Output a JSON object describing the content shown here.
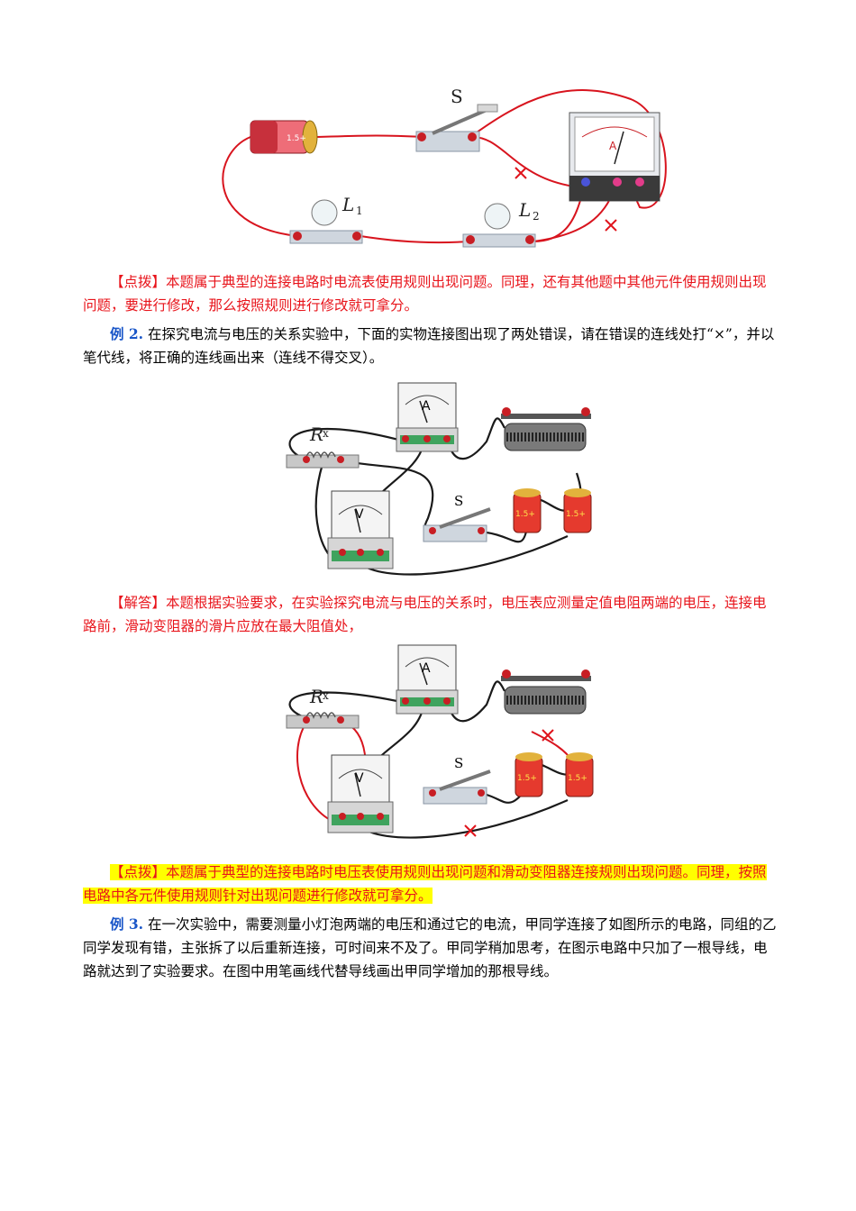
{
  "figure1": {
    "switch_label": "S",
    "lamp1_label": "L",
    "lamp1_sub": "1",
    "lamp2_label": "L",
    "lamp2_sub": "2",
    "meter_label": "A",
    "battery_text": "1.5+"
  },
  "tip1": {
    "bracket": "【点拨】",
    "text": "本题属于典型的连接电路时电流表使用规则出现问题。同理，还有其他题中其他元件使用规则出现问题，要进行修改，那么按照规则进行修改就可拿分。"
  },
  "example2": {
    "label": "例 2.",
    "text": "在探究电流与电压的关系实验中，下面的实物连接图出现了两处错误，请在错误的连线处打“×”，并以笔代线，将正确的连线画出来（连线不得交叉）。"
  },
  "figure2": {
    "resistor_label": "R",
    "resistor_sub": "x",
    "ammeter_label": "A",
    "voltmeter_label": "V",
    "switch_label": "S",
    "battery_text": "1.5+"
  },
  "answer2": {
    "bracket": "【解答】",
    "text": "本题根据实验要求，在实验探究电流与电压的关系时，电压表应测量定值电阻两端的电压，连接电路前，滑动变阻器的滑片应放在最大阻值处，"
  },
  "figure3": {
    "resistor_label": "R",
    "resistor_sub": "x",
    "ammeter_label": "A",
    "voltmeter_label": "V",
    "switch_label": "S",
    "battery_text": "1.5+"
  },
  "tip2": {
    "bracket": "【点拨】",
    "text": "本题属于典型的连接电路时电压表使用规则出现问题和滑动变阻器连接规则出现问题。同理，按照电路中各元件使用规则针对出现问题进行修改就可拿分。"
  },
  "example3": {
    "label": "例 3.",
    "text": "在一次实验中，需要测量小灯泡两端的电压和通过它的电流，甲同学连接了如图所示的电路，同组的乙同学发现有错，主张拆了以后重新连接，可时间来不及了。甲同学稍加思考，在图示电路中只加了一根导线，电路就达到了实验要求。在图中用笔画线代替导线画出甲同学增加的那根导线。"
  },
  "colors": {
    "red_text": "#e8141b",
    "blue_label": "#1a56c8",
    "highlight": "#ffff00"
  }
}
